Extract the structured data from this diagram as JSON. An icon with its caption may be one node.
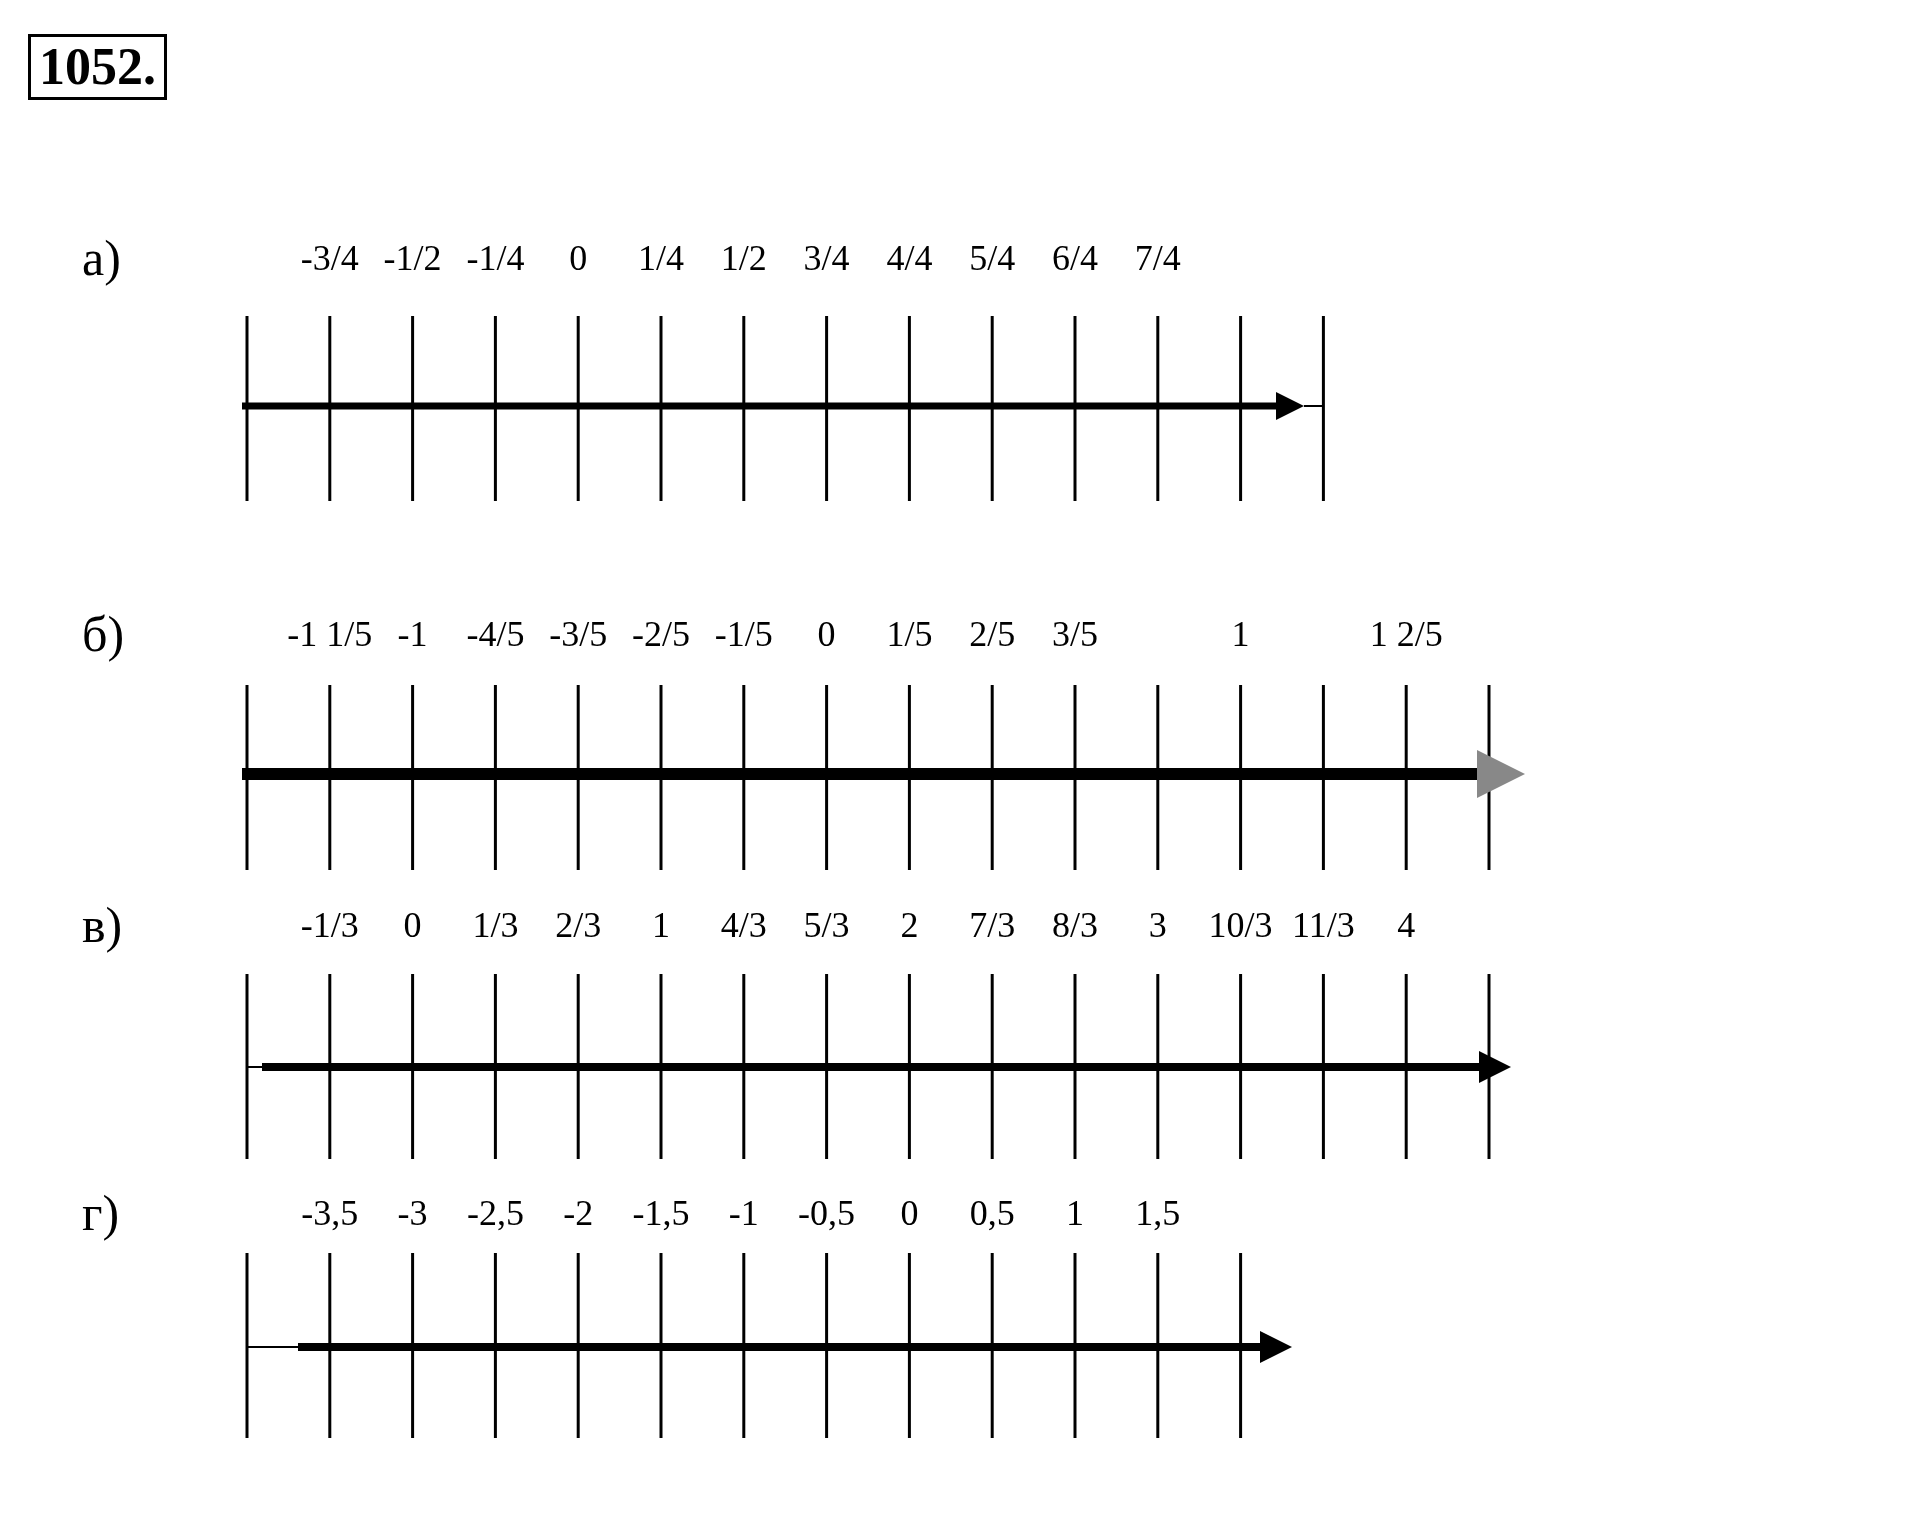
{
  "diagram": {
    "nodes": [
      {
        "text": [
          "1052."
        ]
      }
    ],
    "labels": [
      "а)",
      "-3/4",
      "-1/2",
      "-1/4",
      "0",
      "1/4",
      "1/2",
      "3/4",
      "4/4",
      "5/4",
      "6/4",
      "7/4",
      "б)",
      "-1 1/5",
      "-1",
      "-4/5",
      "-3/5",
      "-2/5",
      "-1/5",
      "0",
      "1/5",
      "2/5",
      "3/5",
      "1",
      "1 2/5",
      "в)",
      "-1/3",
      "0",
      "1/3",
      "2/3",
      "1",
      "4/3",
      "5/3",
      "2",
      "7/3",
      "8/3",
      "3",
      "10/3",
      "11/3",
      "4",
      "г)",
      "-3,5",
      "-3",
      "-2,5",
      "-2",
      "-1,5",
      "-1",
      "-0,5",
      "0",
      "0,5",
      "1",
      "1,5"
    ]
  }
}
